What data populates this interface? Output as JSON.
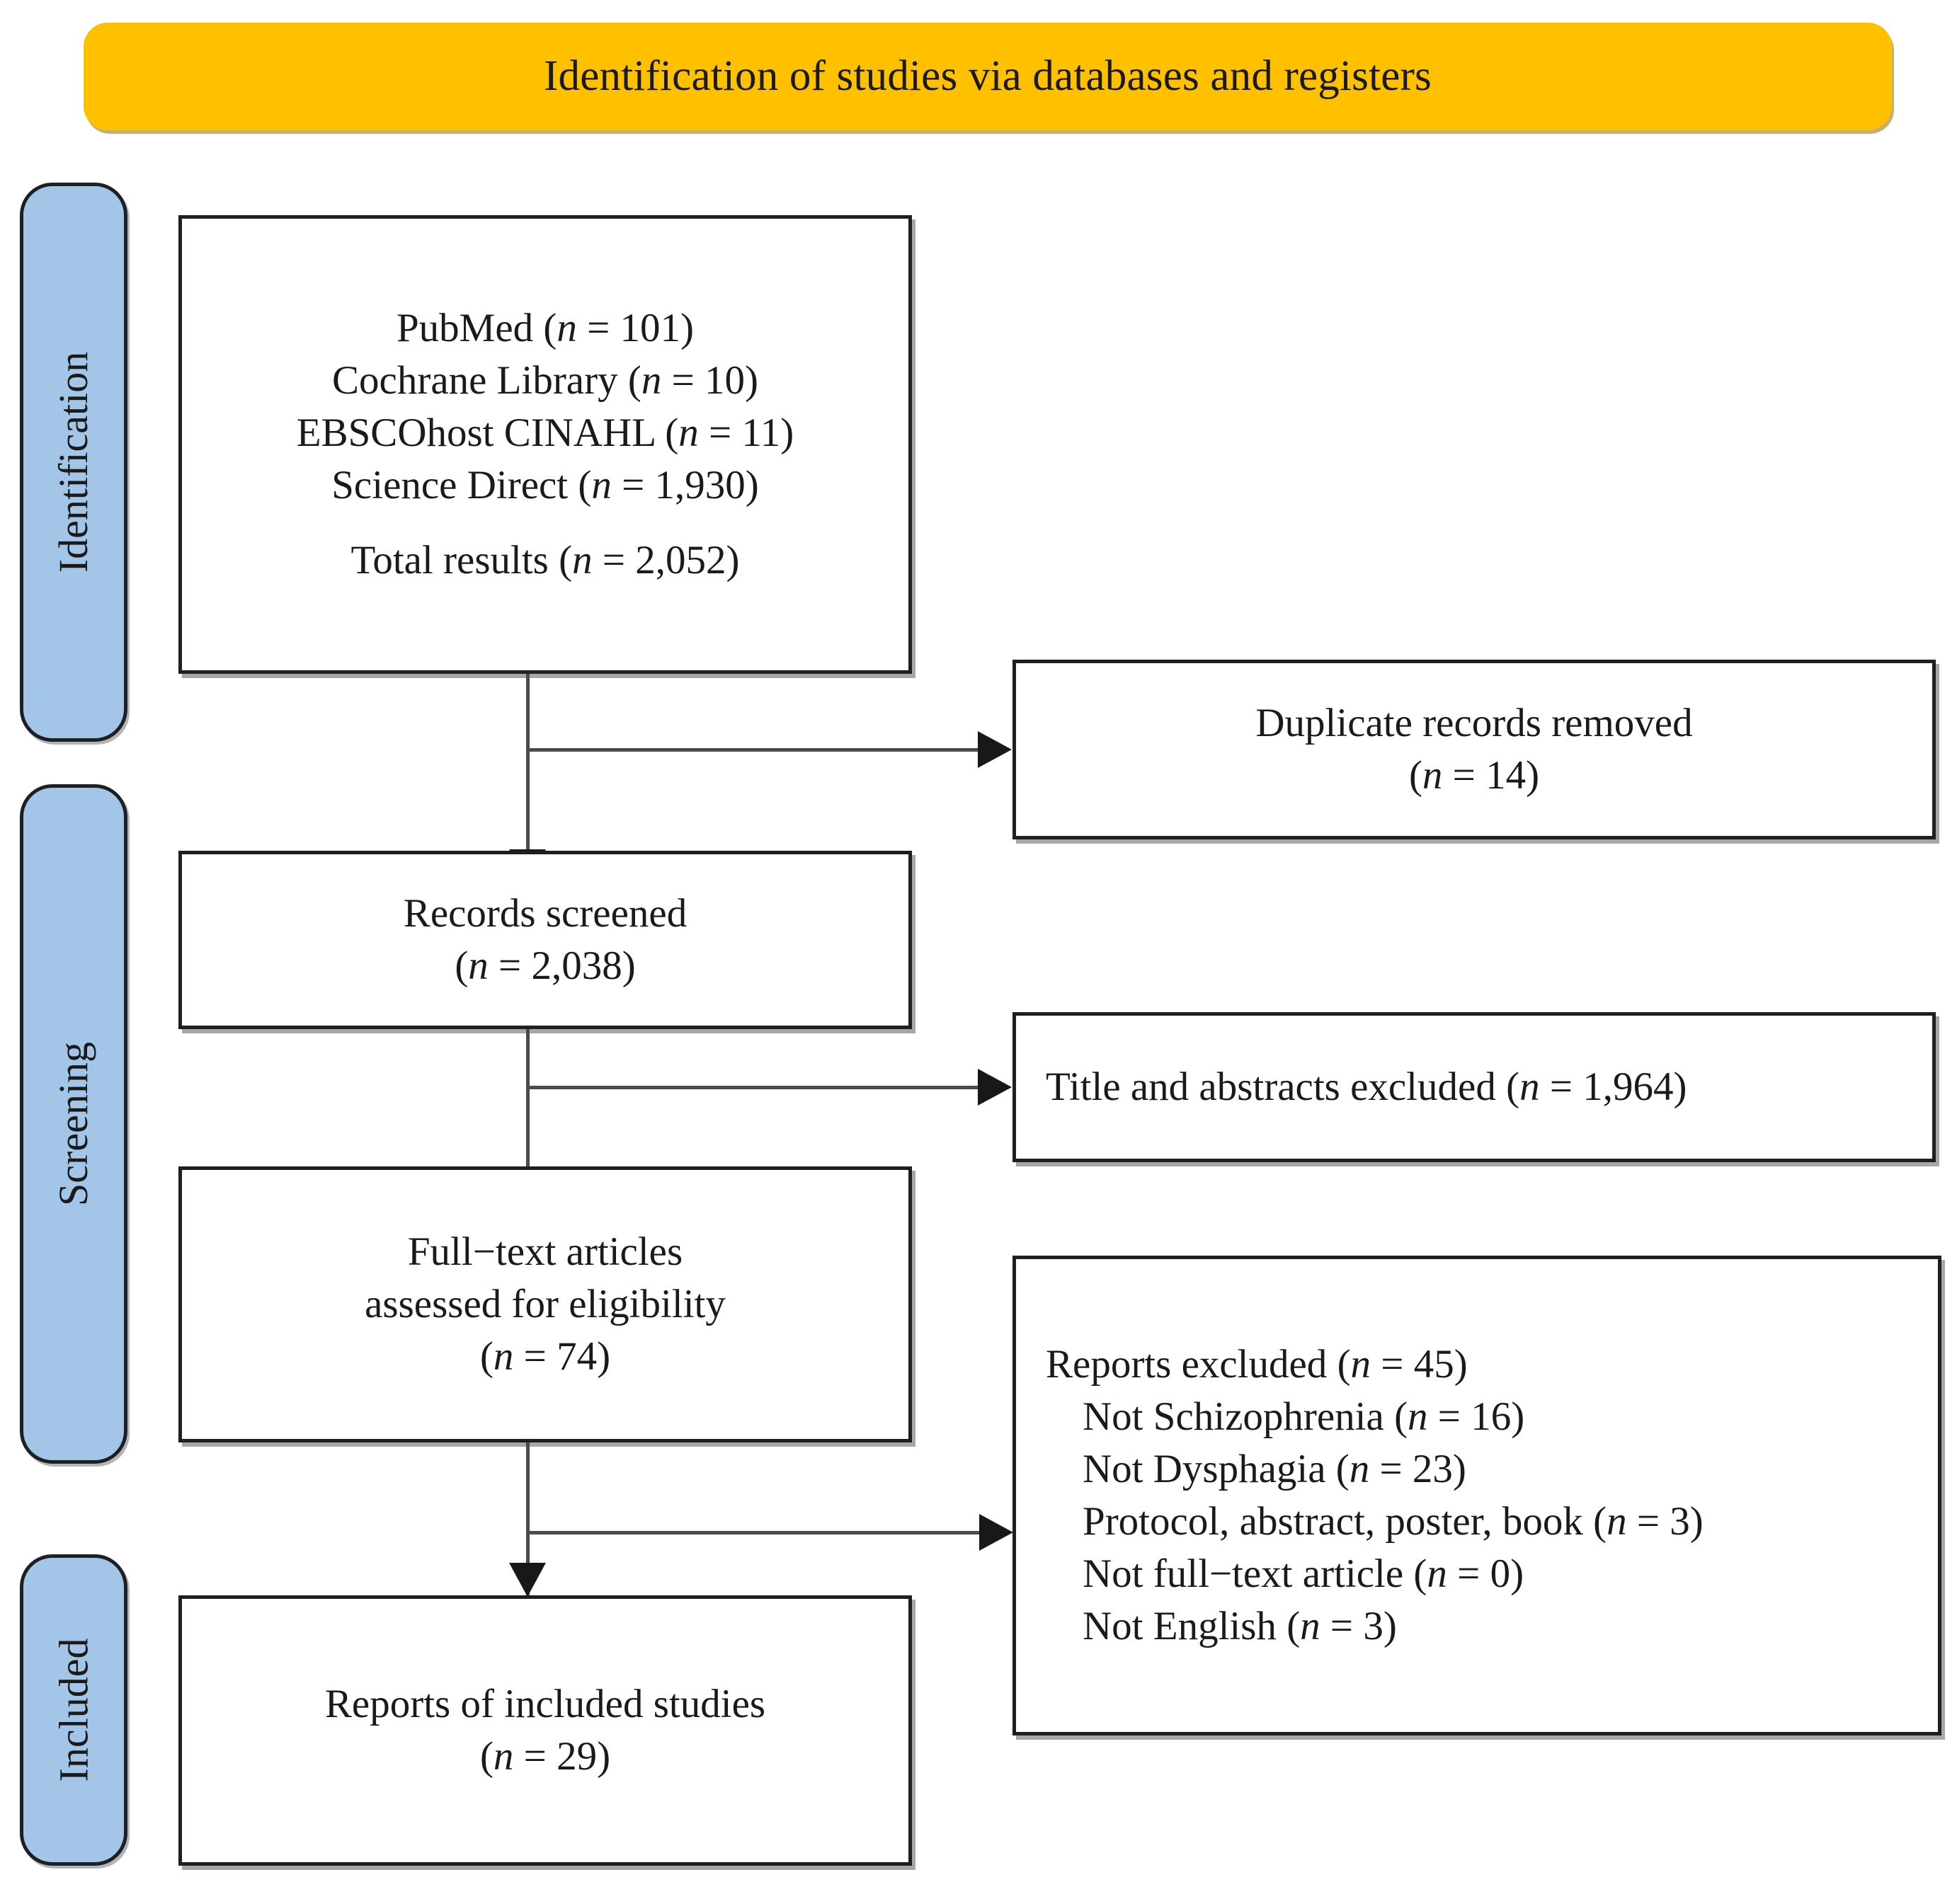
{
  "diagram": {
    "title": "Identification of studies via databases and registers",
    "type": "prisma-flow-diagram"
  },
  "stages": [
    {
      "id": "identification",
      "label": "Identification"
    },
    {
      "id": "screening",
      "label": "Screening"
    },
    {
      "id": "included",
      "label": "Included"
    }
  ],
  "boxes": {
    "identification": {
      "lines": [
        {
          "label": "PubMed",
          "n": "101",
          "text": "PubMed (n = 101)"
        },
        {
          "label": "Cochrane Library",
          "n": "10",
          "text": "Cochrane Library (n = 10)"
        },
        {
          "label": "EBSCOhost CINAHL",
          "n": "11",
          "text": "EBSCOhost CINAHL (n = 11)"
        },
        {
          "label": "Science Direct",
          "n": "1,930",
          "text": "Science Direct (n = 1,930)"
        },
        {
          "label": "Total results",
          "n": "2,052",
          "text": "Total results (n = 2,052)"
        }
      ],
      "sources": {
        "pubmed_label": "PubMed",
        "pubmed_n": "101",
        "cochrane_label": "Cochrane Library",
        "cochrane_n": "10",
        "ebsco_label": "EBSCOhost CINAHL",
        "ebsco_n": "11",
        "sciencedirect_label": "Science Direct",
        "sciencedirect_n": "1,930",
        "total_label": "Total results",
        "total_n": "2,052"
      }
    },
    "duplicates_removed": {
      "label": "Duplicate records removed",
      "n": "14"
    },
    "records_screened": {
      "label": "Records screened",
      "n": "2,038"
    },
    "title_abstracts_excluded": {
      "label": "Title and abstracts excluded",
      "n": "1,964"
    },
    "fulltext_assessed": {
      "line1": "Full−text articles",
      "line2": "assessed for eligibility",
      "n": "74"
    },
    "reports_excluded": {
      "header_label": "Reports excluded",
      "header_n": "45",
      "reasons": [
        {
          "label": "Not Schizophrenia",
          "n": "16"
        },
        {
          "label": "Not Dysphagia",
          "n": "23"
        },
        {
          "label": "Protocol, abstract, poster, book",
          "n": "3"
        },
        {
          "label": "Not full−text article",
          "n": "0"
        },
        {
          "label": "Not English",
          "n": "3"
        }
      ]
    },
    "reports_included": {
      "label": "Reports of included studies",
      "n": "29"
    }
  },
  "symbols": {
    "n_italic": "n",
    "equals": "=",
    "paren_open": "(",
    "paren_close": ")"
  },
  "colors": {
    "banner_background": "#FFC000",
    "stage_background": "#A3C6E8",
    "box_border": "#1d1f22",
    "box_background": "#FFFFFF",
    "connector": "#4a4a4f",
    "text": "#1a1a1a"
  }
}
